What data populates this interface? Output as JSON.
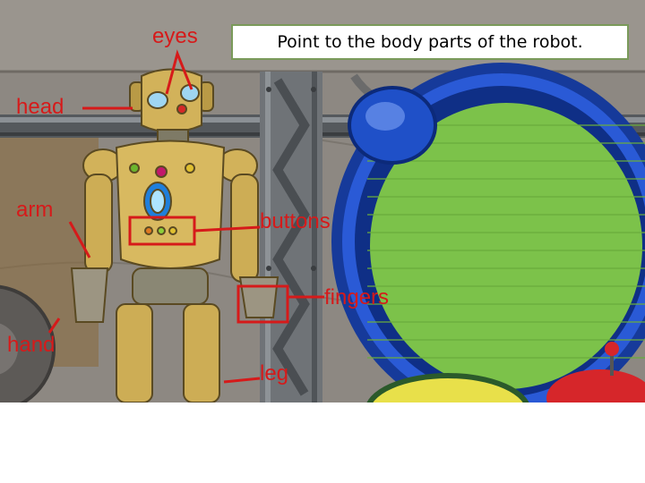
{
  "title": "Point to the body parts of the robot.",
  "labels": {
    "eyes": "eyes",
    "head": "head",
    "arm": "arm",
    "buttons": "buttons",
    "fingers": "fingers",
    "hand": "hand",
    "leg": "leg"
  },
  "colors": {
    "label": "#d61a1a",
    "robot_gold": "#c9a84f",
    "screen_green": "#7cc24a",
    "frame_blue": "#1e4fc7",
    "background_stone": "#8f8a84"
  }
}
